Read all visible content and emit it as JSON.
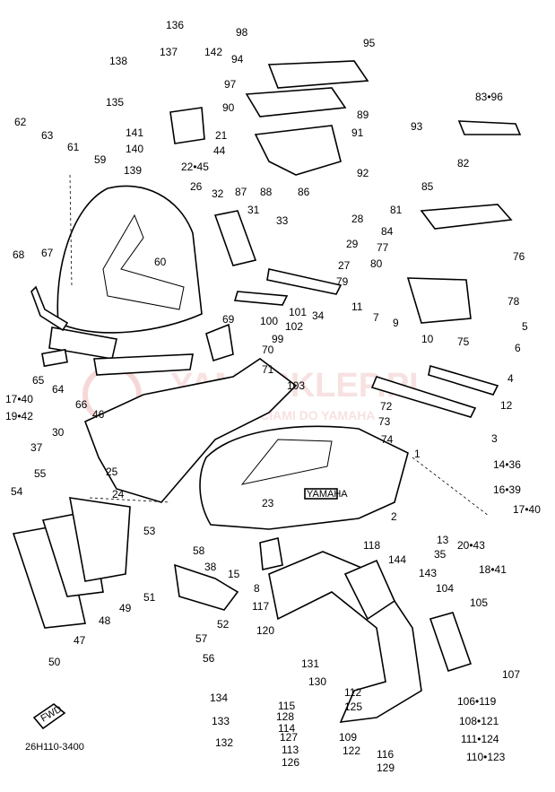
{
  "diagram": {
    "drawing_code": "26H110-3400",
    "fwd_label": "FWD",
    "brand_plate": "YAMAHA",
    "watermark": "YAMASKLEP.PL",
    "watermark_sub": "SKLEP Z CZĘŚCIAMI DO YAMAHA",
    "labels": [
      {
        "id": "1",
        "text": "1"
      },
      {
        "id": "2",
        "text": "2"
      },
      {
        "id": "3",
        "text": "3"
      },
      {
        "id": "4",
        "text": "4"
      },
      {
        "id": "5",
        "text": "5"
      },
      {
        "id": "6",
        "text": "6"
      },
      {
        "id": "7",
        "text": "7"
      },
      {
        "id": "8",
        "text": "8"
      },
      {
        "id": "9",
        "text": "9"
      },
      {
        "id": "10",
        "text": "10"
      },
      {
        "id": "11",
        "text": "11"
      },
      {
        "id": "12",
        "text": "12"
      },
      {
        "id": "13-35",
        "text": "13"
      },
      {
        "id": "35",
        "text": "35"
      },
      {
        "id": "14-36",
        "text": "14•36"
      },
      {
        "id": "15",
        "text": "15"
      },
      {
        "id": "16-39",
        "text": "16•39"
      },
      {
        "id": "17-40",
        "text": "17•40"
      },
      {
        "id": "17-40b",
        "text": "17•40"
      },
      {
        "id": "18-41",
        "text": "18•41"
      },
      {
        "id": "19-42",
        "text": "19•42"
      },
      {
        "id": "20-43",
        "text": "20•43"
      },
      {
        "id": "21",
        "text": "21"
      },
      {
        "id": "22-45",
        "text": "22•45"
      },
      {
        "id": "23",
        "text": "23"
      },
      {
        "id": "24",
        "text": "24"
      },
      {
        "id": "25",
        "text": "25"
      },
      {
        "id": "26",
        "text": "26"
      },
      {
        "id": "27",
        "text": "27"
      },
      {
        "id": "28",
        "text": "28"
      },
      {
        "id": "29",
        "text": "29"
      },
      {
        "id": "30",
        "text": "30"
      },
      {
        "id": "31",
        "text": "31"
      },
      {
        "id": "32",
        "text": "32"
      },
      {
        "id": "33",
        "text": "33"
      },
      {
        "id": "34",
        "text": "34"
      },
      {
        "id": "37",
        "text": "37"
      },
      {
        "id": "38",
        "text": "38"
      },
      {
        "id": "44",
        "text": "44"
      },
      {
        "id": "46",
        "text": "46"
      },
      {
        "id": "47",
        "text": "47"
      },
      {
        "id": "48",
        "text": "48"
      },
      {
        "id": "49",
        "text": "49"
      },
      {
        "id": "50",
        "text": "50"
      },
      {
        "id": "51",
        "text": "51"
      },
      {
        "id": "52",
        "text": "52"
      },
      {
        "id": "53",
        "text": "53"
      },
      {
        "id": "54",
        "text": "54"
      },
      {
        "id": "55",
        "text": "55"
      },
      {
        "id": "56",
        "text": "56"
      },
      {
        "id": "57",
        "text": "57"
      },
      {
        "id": "58",
        "text": "58"
      },
      {
        "id": "59",
        "text": "59"
      },
      {
        "id": "60",
        "text": "60"
      },
      {
        "id": "61",
        "text": "61"
      },
      {
        "id": "62",
        "text": "62"
      },
      {
        "id": "63",
        "text": "63"
      },
      {
        "id": "64",
        "text": "64"
      },
      {
        "id": "65",
        "text": "65"
      },
      {
        "id": "66",
        "text": "66"
      },
      {
        "id": "67",
        "text": "67"
      },
      {
        "id": "68",
        "text": "68"
      },
      {
        "id": "69",
        "text": "69"
      },
      {
        "id": "70",
        "text": "70"
      },
      {
        "id": "71",
        "text": "71"
      },
      {
        "id": "72",
        "text": "72"
      },
      {
        "id": "73",
        "text": "73"
      },
      {
        "id": "74",
        "text": "74"
      },
      {
        "id": "75",
        "text": "75"
      },
      {
        "id": "76",
        "text": "76"
      },
      {
        "id": "77",
        "text": "77"
      },
      {
        "id": "78",
        "text": "78"
      },
      {
        "id": "79",
        "text": "79"
      },
      {
        "id": "80",
        "text": "80"
      },
      {
        "id": "81",
        "text": "81"
      },
      {
        "id": "82",
        "text": "82"
      },
      {
        "id": "83-96",
        "text": "83•96"
      },
      {
        "id": "84",
        "text": "84"
      },
      {
        "id": "85",
        "text": "85"
      },
      {
        "id": "86",
        "text": "86"
      },
      {
        "id": "87",
        "text": "87"
      },
      {
        "id": "88",
        "text": "88"
      },
      {
        "id": "89",
        "text": "89"
      },
      {
        "id": "90",
        "text": "90"
      },
      {
        "id": "91",
        "text": "91"
      },
      {
        "id": "92",
        "text": "92"
      },
      {
        "id": "93",
        "text": "93"
      },
      {
        "id": "94",
        "text": "94"
      },
      {
        "id": "95",
        "text": "95"
      },
      {
        "id": "97",
        "text": "97"
      },
      {
        "id": "98",
        "text": "98"
      },
      {
        "id": "99",
        "text": "99"
      },
      {
        "id": "100",
        "text": "100"
      },
      {
        "id": "101",
        "text": "101"
      },
      {
        "id": "102",
        "text": "102"
      },
      {
        "id": "103",
        "text": "103"
      },
      {
        "id": "104",
        "text": "104"
      },
      {
        "id": "105",
        "text": "105"
      },
      {
        "id": "106-119",
        "text": "106•119"
      },
      {
        "id": "107",
        "text": "107"
      },
      {
        "id": "108-121",
        "text": "108•121"
      },
      {
        "id": "109",
        "text": "109"
      },
      {
        "id": "110-123",
        "text": "110•123"
      },
      {
        "id": "111-124",
        "text": "111•124"
      },
      {
        "id": "112",
        "text": "112"
      },
      {
        "id": "113",
        "text": "113"
      },
      {
        "id": "114",
        "text": "114"
      },
      {
        "id": "115",
        "text": "115"
      },
      {
        "id": "116",
        "text": "116"
      },
      {
        "id": "117",
        "text": "117"
      },
      {
        "id": "118",
        "text": "118"
      },
      {
        "id": "120",
        "text": "120"
      },
      {
        "id": "122",
        "text": "122"
      },
      {
        "id": "125",
        "text": "125"
      },
      {
        "id": "126",
        "text": "126"
      },
      {
        "id": "127",
        "text": "127"
      },
      {
        "id": "128",
        "text": "128"
      },
      {
        "id": "129",
        "text": "129"
      },
      {
        "id": "130",
        "text": "130"
      },
      {
        "id": "131",
        "text": "131"
      },
      {
        "id": "132",
        "text": "132"
      },
      {
        "id": "133",
        "text": "133"
      },
      {
        "id": "134",
        "text": "134"
      },
      {
        "id": "135",
        "text": "135"
      },
      {
        "id": "136",
        "text": "136"
      },
      {
        "id": "137",
        "text": "137"
      },
      {
        "id": "138",
        "text": "138"
      },
      {
        "id": "139",
        "text": "139"
      },
      {
        "id": "140",
        "text": "140"
      },
      {
        "id": "141",
        "text": "141"
      },
      {
        "id": "142",
        "text": "142"
      },
      {
        "id": "143",
        "text": "143"
      },
      {
        "id": "144",
        "text": "144"
      }
    ]
  }
}
